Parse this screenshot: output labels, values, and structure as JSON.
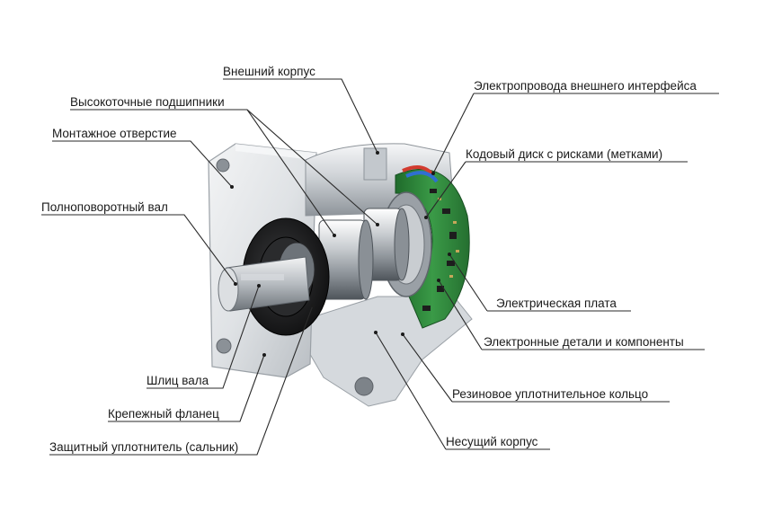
{
  "labels": {
    "outer_housing": "Внешний корпус",
    "precision_bearings": "Высокоточные подшипники",
    "mounting_hole": "Монтажное отверстие",
    "full_rotation_shaft": "Полноповоротный вал",
    "shaft_slot": "Шлиц вала",
    "mounting_flange": "Крепежный фланец",
    "protective_seal": "Защитный уплотнитель (сальник)",
    "external_interface_wires": "Электропровода внешнего интерфейса",
    "code_disk": "Кодовый диск с рисками (метками)",
    "circuit_board": "Электрическая плата",
    "electronic_components": "Электронные детали и компоненты",
    "rubber_o_ring": "Резиновое уплотнительное кольцо",
    "bearing_housing": "Несущий корпус"
  },
  "colors": {
    "metal_light": "#e4e7ea",
    "metal_mid": "#b9bec3",
    "metal_dark": "#5f656b",
    "seal_black": "#1c1c1e",
    "pcb_green": "#2e8a3c",
    "leader_line": "#2a2a2a"
  }
}
